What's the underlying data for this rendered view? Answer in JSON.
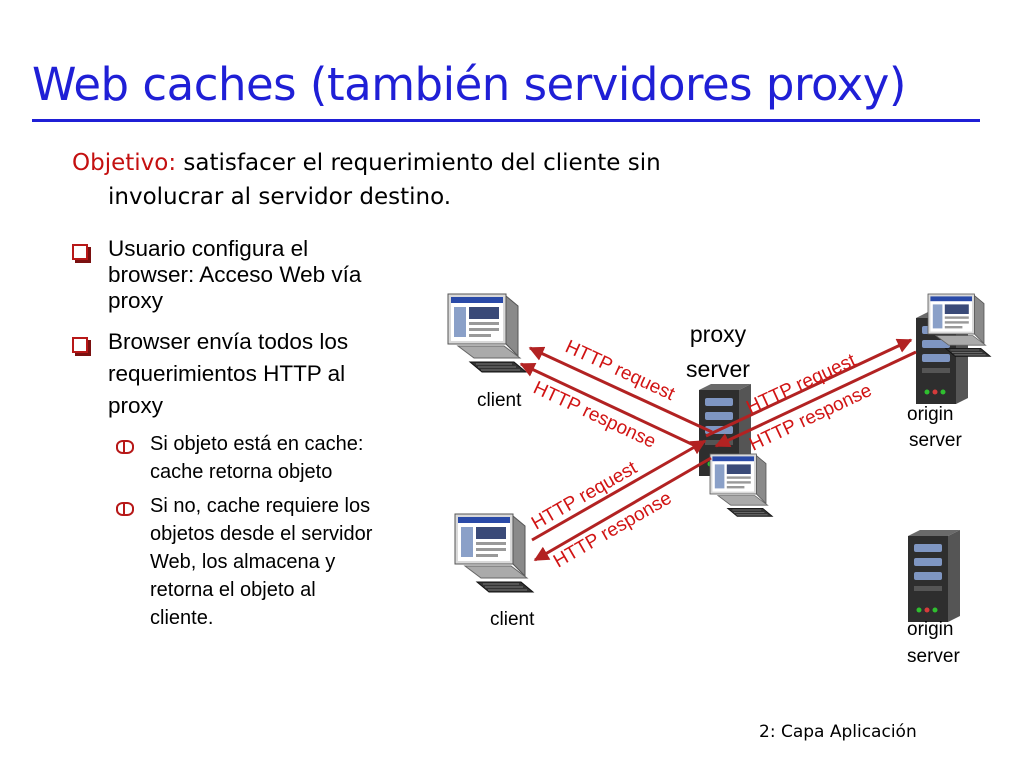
{
  "slide": {
    "title": "Web caches (también servidores proxy)",
    "objective": {
      "label": "Objetivo:",
      "text_line1": " satisfacer el requerimiento del cliente sin",
      "text_line2": "involucrar al servidor destino."
    },
    "bullets": [
      {
        "line1": "Usuario configura el",
        "line2": "browser: Acceso Web vía",
        "line3": "proxy"
      },
      {
        "line1": "Browser envía todos los",
        "line2": "requerimientos HTTP al",
        "line3": "proxy"
      }
    ],
    "subbullets": [
      {
        "line1": "Si objeto está en cache:",
        "line2": "cache retorna objeto"
      },
      {
        "line1": "Si no, cache requiere los",
        "line2": "objetos desde el servidor",
        "line3": "Web, los almacena y",
        "line4": "retorna el objeto al",
        "line5": "cliente."
      }
    ],
    "footer": "2: Capa Aplicación"
  },
  "diagram": {
    "proxy_label_line1": "proxy",
    "proxy_label_line2": "server",
    "client_top_label": "client",
    "client_bottom_label": "client",
    "origin_top_line1": "origin",
    "origin_top_line2": "server",
    "origin_bottom_line1": "origin",
    "origin_bottom_line2": "server",
    "http_request": "HTTP request",
    "http_response": "HTTP response",
    "arrow_color": "#b22222",
    "label_color": "#d11414"
  }
}
